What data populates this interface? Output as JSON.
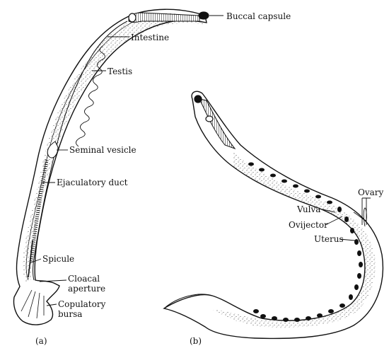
{
  "figure": {
    "labels": {
      "buccal_capsule": "Buccal capsule",
      "intestine": "Intestine",
      "testis": "Testis",
      "seminal_vesicle": "Seminal vesicle",
      "ejaculatory_duct": "Ejaculatory duct",
      "spicule": "Spicule",
      "cloacal_line1": "Cloacal",
      "cloacal_line2": "aperture",
      "copulatory_line1": "Copulatory",
      "copulatory_line2": "bursa",
      "ovary": "Ovary",
      "vulva": "Vulva",
      "ovijector": "Ovijector",
      "uterus": "Uterus"
    },
    "panel_a_caption": "(a)",
    "panel_b_caption": "(b)",
    "colors": {
      "ink": "#111111",
      "paper": "#ffffff"
    }
  }
}
